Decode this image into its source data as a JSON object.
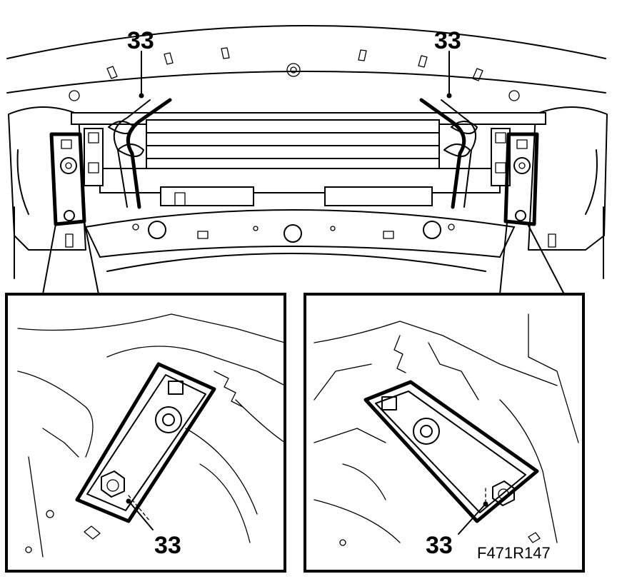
{
  "callouts": {
    "top_left": "33",
    "top_right": "33",
    "detail_left": "33",
    "detail_right": "33"
  },
  "figure_id": "F471R147"
}
